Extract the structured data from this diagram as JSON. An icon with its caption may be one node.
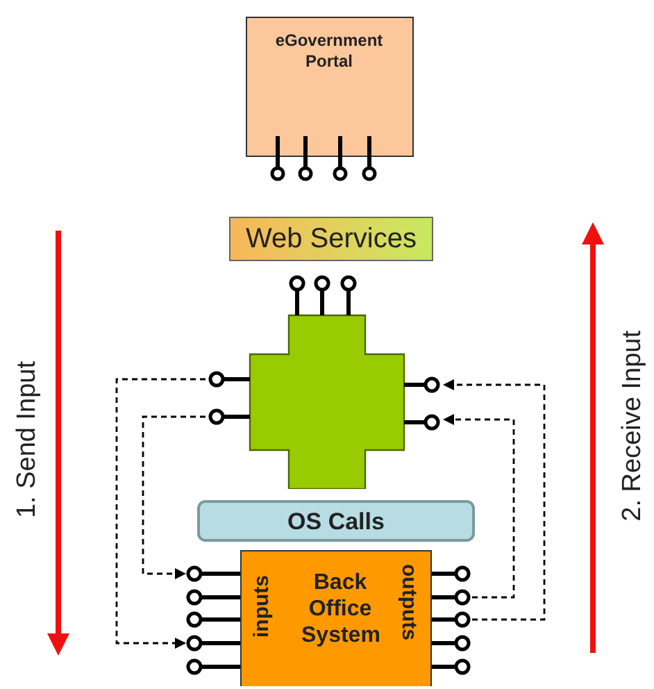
{
  "diagram": {
    "nodes": [
      {
        "text": [
          "eGovernment Portal"
        ]
      },
      {
        "text": [
          "Web Services"
        ]
      },
      {
        "text": [],
        "shape": "cross"
      },
      {
        "text": [
          "OS Calls"
        ]
      },
      {
        "text": [
          "Back Office System",
          "inputs",
          "outputs"
        ]
      }
    ],
    "edges": [
      {
        "from": 2,
        "to": 4,
        "arrow": "to",
        "style": "dashed"
      },
      {
        "from": 2,
        "to": 4,
        "arrow": "to",
        "style": "dashed"
      },
      {
        "from": 4,
        "to": 2,
        "arrow": "to",
        "style": "dashed"
      },
      {
        "from": 4,
        "to": 2,
        "arrow": "to",
        "style": "dashed"
      }
    ],
    "labels": [
      "1. Send Input",
      "2. Receive Input"
    ]
  }
}
